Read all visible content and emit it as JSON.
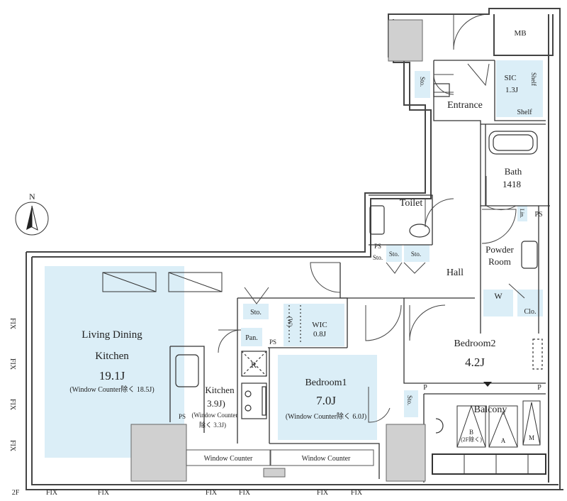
{
  "compass": {
    "north_label": "N"
  },
  "rooms": {
    "ldk": {
      "name_line1": "Living Dining",
      "name_line2": "Kitchen",
      "size": "19.1J",
      "note": "(Window Counter除く 18.5J)"
    },
    "kitchen": {
      "name": "Kitchen",
      "size": "3.9J)",
      "note_line1": "(Window Counter",
      "note_line2": "除く 3.3J)"
    },
    "bedroom1": {
      "name": "Bedroom1",
      "size": "7.0J",
      "note": "(Window Counter除く 6.0J)"
    },
    "bedroom2": {
      "name": "Bedroom2",
      "size": "4.2J"
    },
    "hall": {
      "name": "Hall"
    },
    "entrance": {
      "name": "Entrance"
    },
    "toilet": {
      "name": "Toilet"
    },
    "bath": {
      "name": "Bath",
      "size": "1418"
    },
    "powder": {
      "name_line1": "Powder",
      "name_line2": "Room"
    },
    "balcony": {
      "name": "Balcony"
    },
    "sic": {
      "name": "SIC",
      "size": "1.3J"
    },
    "wic": {
      "name": "WIC",
      "size": "0.8J",
      "side": "(W)"
    }
  },
  "labels": {
    "mb": "MB",
    "sto": "Sto.",
    "shelf": "Shelf",
    "ps": "PS",
    "pan": "Pan.",
    "refrigerator": "R",
    "washer": "W",
    "closet": "Clo.",
    "linen": "Lin.",
    "p": "P",
    "window_counter": "Window Counter",
    "fix": "FIX",
    "floor_mark": "2F",
    "balcony_b": "B",
    "balcony_b_note": "(2F除く)",
    "balcony_a": "A",
    "balcony_m": "M"
  }
}
